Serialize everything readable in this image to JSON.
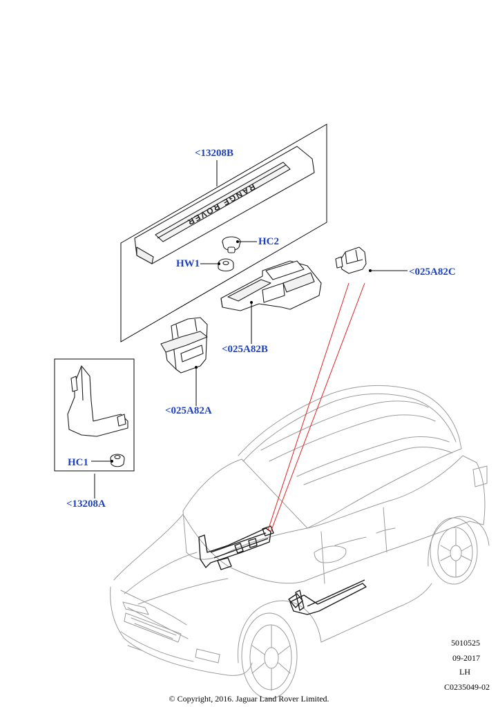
{
  "callouts": {
    "c13208b": "<13208B",
    "hc2": "HC2",
    "hw1": "HW1",
    "c025a82c": "<025A82C",
    "c025a82b": "<025A82B",
    "c025a82a": "<025A82A",
    "hc1": "HC1",
    "c13208a": "<13208A"
  },
  "scuff_plate_lettering": "RANGE ROVER",
  "colors": {
    "callout_text": "#1a3fc4",
    "leader_line": "#000000",
    "location_line": "#e02020",
    "line_art": "#2a2a2a",
    "vehicle_outline": "#9a9a9a"
  },
  "info_block": {
    "code": "5010525",
    "date": "09-2017",
    "side": "LH",
    "illustration_id": "C0235049-02"
  },
  "copyright": "© Copyright, 2016. Jaguar Land Rover Limited."
}
